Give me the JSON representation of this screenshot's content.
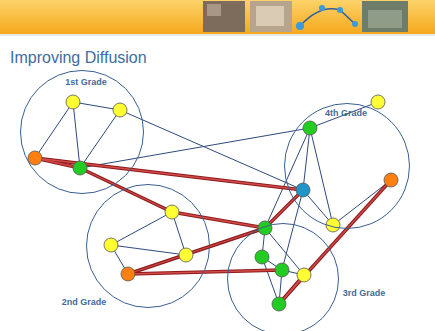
{
  "diagram": {
    "title": "Improving Diffusion",
    "nodes": [
      {
        "text": [
          "1st Grade"
        ]
      },
      {
        "text": [
          "4th Grade"
        ]
      },
      {
        "text": [
          "2nd Grade"
        ]
      },
      {
        "text": [
          "3rd Grade"
        ]
      }
    ]
  }
}
